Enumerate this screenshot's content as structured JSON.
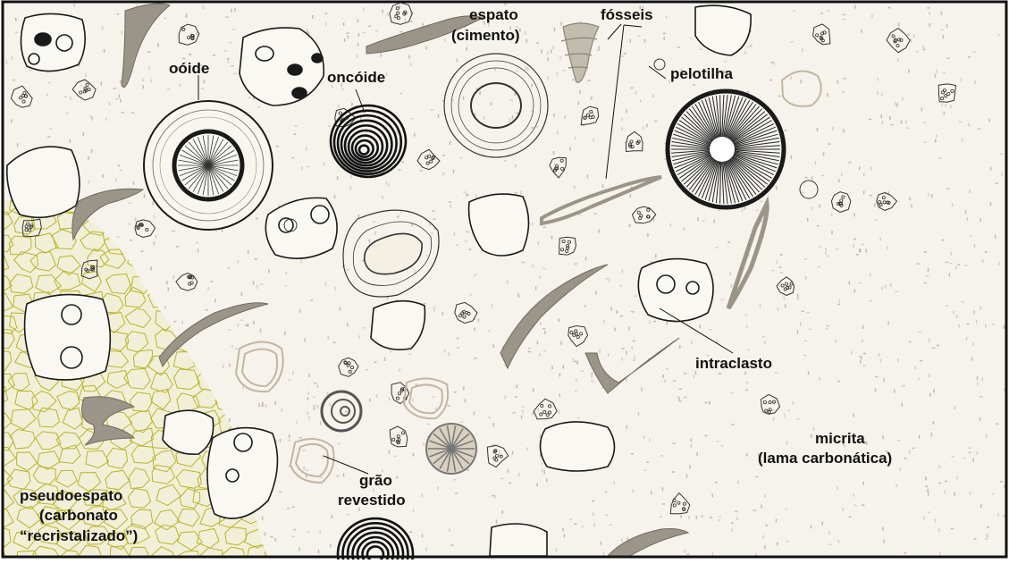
{
  "labels": {
    "oide": "oóide",
    "oncoide": "oncóide",
    "espato_1": "espato",
    "espato_2": "(cimento)",
    "fosseis": "fósseis",
    "pelotilha": "pelotilha",
    "intraclasto": "intraclasto",
    "micrita_1": "micrita",
    "micrita_2": "(lama carbonática)",
    "grao_1": "grão",
    "grao_2": "revestido",
    "pseudo_1": "pseudoespato",
    "pseudo_2": "(carbonato",
    "pseudo_3": "“recristalizado”)"
  },
  "colors": {
    "background": "#f6f3ec",
    "border": "#111111",
    "pseudoespato": "#b8b428",
    "fossil_gray": "#9a9588",
    "micrite_speckle": "#c7b8ad",
    "coated_grain": "#c2b6a2",
    "ink": "#1a1a1a"
  }
}
